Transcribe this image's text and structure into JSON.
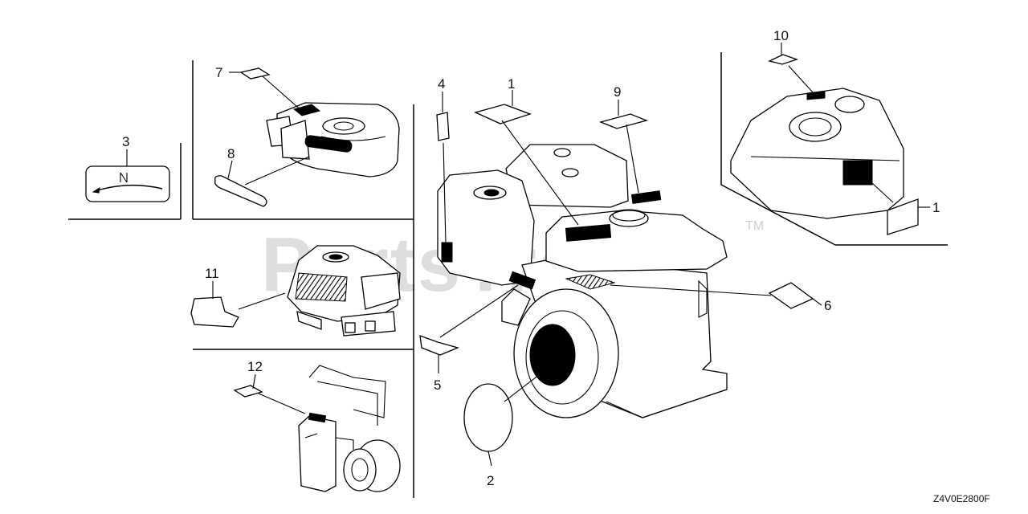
{
  "diagram": {
    "watermark": "PartsTree",
    "trademark": "TM",
    "reference_code": "Z4V0E2800F",
    "callouts": [
      {
        "id": "c7",
        "label": "7"
      },
      {
        "id": "c3",
        "label": "3"
      },
      {
        "id": "c8",
        "label": "8"
      },
      {
        "id": "c11",
        "label": "11"
      },
      {
        "id": "c12",
        "label": "12"
      },
      {
        "id": "c4",
        "label": "4"
      },
      {
        "id": "c1a",
        "label": "1"
      },
      {
        "id": "c9",
        "label": "9"
      },
      {
        "id": "c10",
        "label": "10"
      },
      {
        "id": "c1b",
        "label": "1"
      },
      {
        "id": "c6",
        "label": "6"
      },
      {
        "id": "c5",
        "label": "5"
      },
      {
        "id": "c2",
        "label": "2"
      }
    ]
  }
}
